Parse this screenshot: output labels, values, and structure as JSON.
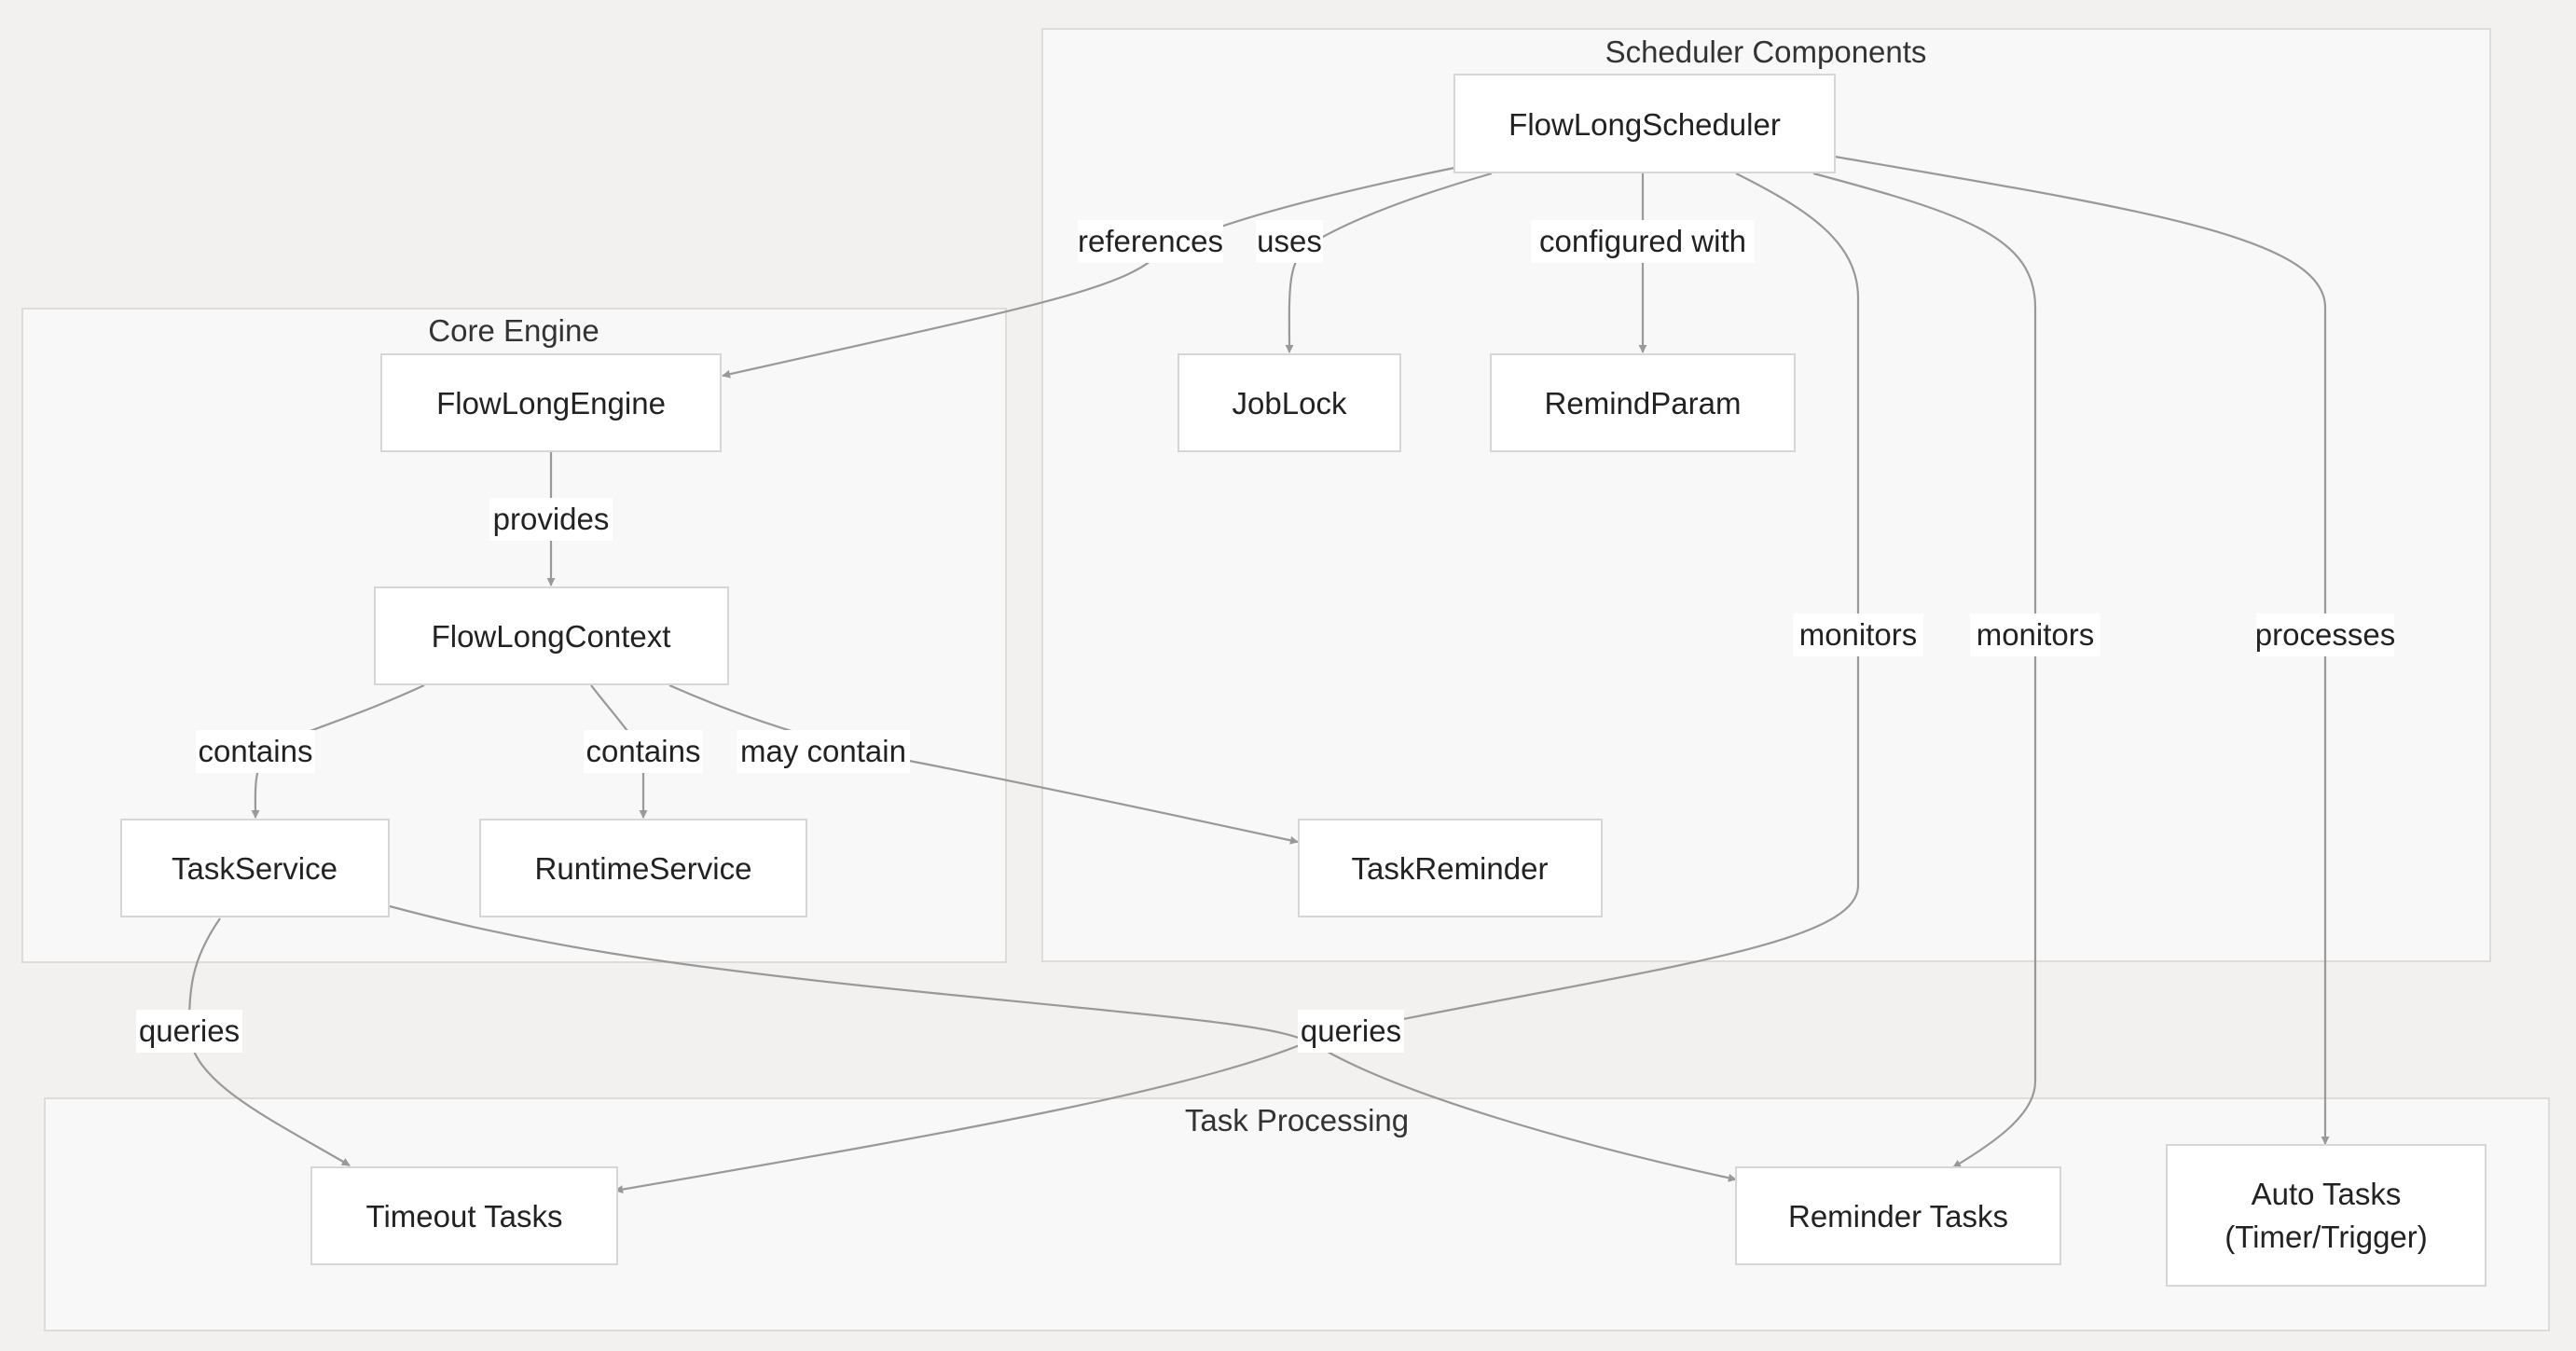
{
  "clusters": {
    "scheduler": "Scheduler Components",
    "core": "Core Engine",
    "processing": "Task Processing"
  },
  "nodes": {
    "scheduler": "FlowLongScheduler",
    "engine": "FlowLongEngine",
    "context": "FlowLongContext",
    "task_service": "TaskService",
    "runtime_service": "RuntimeService",
    "job_lock": "JobLock",
    "remind_param": "RemindParam",
    "task_reminder": "TaskReminder",
    "timeout_tasks": "Timeout Tasks",
    "reminder_tasks": "Reminder Tasks",
    "auto_tasks_line1": "Auto Tasks",
    "auto_tasks_line2": "(Timer/Trigger)"
  },
  "edges": {
    "references": "references",
    "uses": "uses",
    "configured_with": "configured with",
    "provides": "provides",
    "contains_task_service": "contains",
    "contains_runtime_service": "contains",
    "may_contain": "may contain",
    "monitors_timeout": "monitors",
    "monitors_reminder": "monitors",
    "processes": "processes",
    "queries_timeout": "queries",
    "queries_reminder": "queries"
  }
}
